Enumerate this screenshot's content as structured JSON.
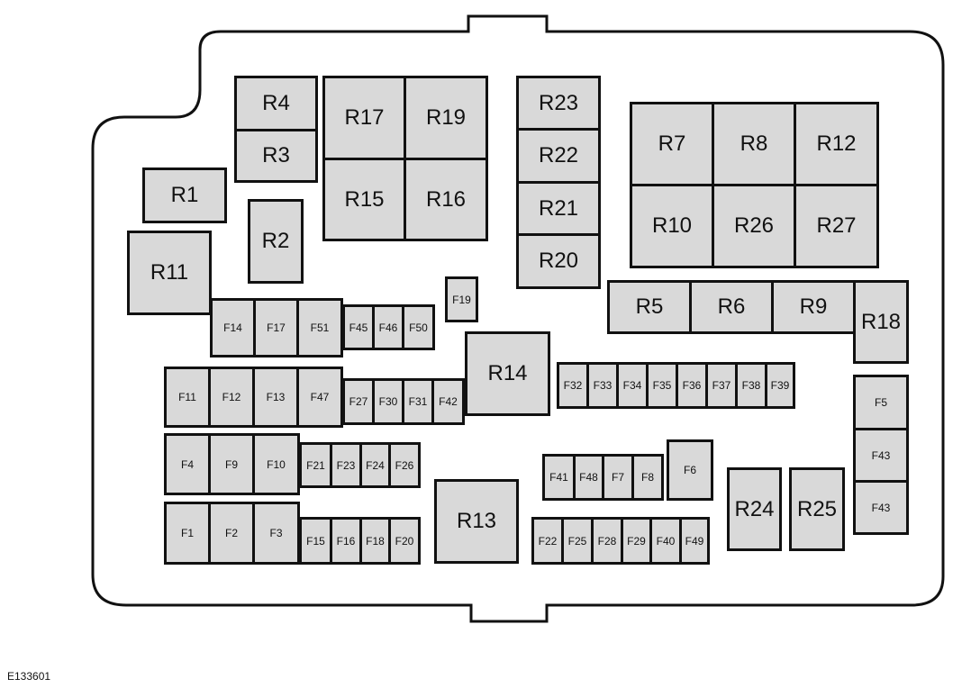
{
  "diagram_code": "E133601",
  "relays": {
    "R1": "R1",
    "R2": "R2",
    "R3": "R3",
    "R4": "R4",
    "R5": "R5",
    "R6": "R6",
    "R7": "R7",
    "R8": "R8",
    "R9": "R9",
    "R10": "R10",
    "R11": "R11",
    "R12": "R12",
    "R13": "R13",
    "R14": "R14",
    "R15": "R15",
    "R16": "R16",
    "R17": "R17",
    "R18": "R18",
    "R19": "R19",
    "R20": "R20",
    "R21": "R21",
    "R22": "R22",
    "R23": "R23",
    "R24": "R24",
    "R25": "R25",
    "R26": "R26",
    "R27": "R27"
  },
  "fuses": {
    "F1": "F1",
    "F2": "F2",
    "F3": "F3",
    "F4": "F4",
    "F5": "F5",
    "F6": "F6",
    "F7": "F7",
    "F8": "F8",
    "F9": "F9",
    "F10": "F10",
    "F11": "F11",
    "F12": "F12",
    "F13": "F13",
    "F14": "F14",
    "F15": "F15",
    "F16": "F16",
    "F17": "F17",
    "F18": "F18",
    "F19": "F19",
    "F20": "F20",
    "F21": "F21",
    "F22": "F22",
    "F23": "F23",
    "F24": "F24",
    "F25": "F25",
    "F26": "F26",
    "F27": "F27",
    "F28": "F28",
    "F29": "F29",
    "F30": "F30",
    "F31": "F31",
    "F32": "F32",
    "F33": "F33",
    "F34": "F34",
    "F35": "F35",
    "F36": "F36",
    "F37": "F37",
    "F38": "F38",
    "F39": "F39",
    "F40": "F40",
    "F41": "F41",
    "F42": "F42",
    "F43a": "F43",
    "F43b": "F43",
    "F45": "F45",
    "F46": "F46",
    "F47": "F47",
    "F48": "F48",
    "F49": "F49",
    "F50": "F50",
    "F51": "F51"
  }
}
